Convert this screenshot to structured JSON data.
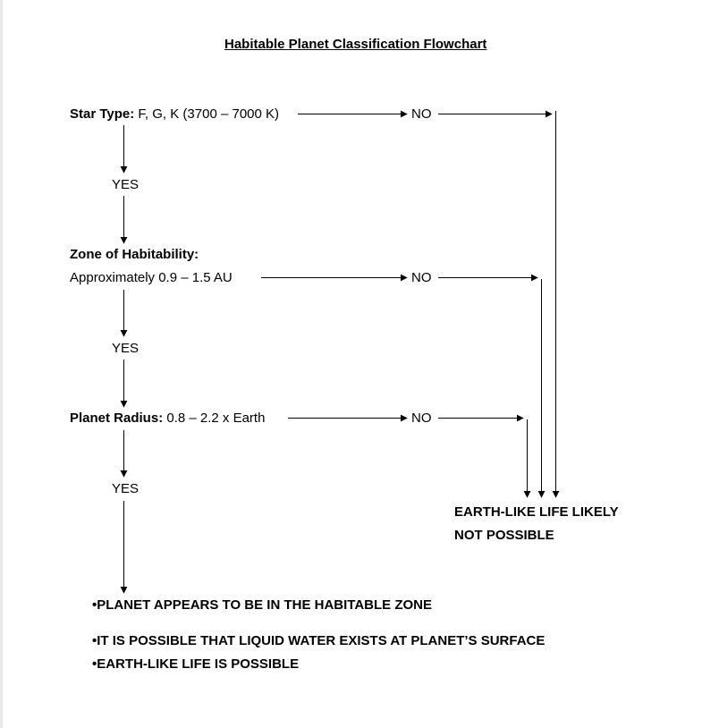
{
  "title": "Habitable Planet Classification Flowchart",
  "steps": [
    {
      "label": "Star Type:",
      "criterion": "F, G, K (3700 – 7000 K)"
    },
    {
      "label": "Zone of Habitability:",
      "criterion": "Approximately 0.9 – 1.5 AU"
    },
    {
      "label": "Planet Radius:",
      "criterion": "0.8 – 2.2 x Earth"
    }
  ],
  "branches": {
    "yes": "YES",
    "no": "NO"
  },
  "negative_outcome": {
    "line1": "EARTH-LIKE LIFE LIKELY",
    "line2": "NOT POSSIBLE"
  },
  "positive_outcome": [
    "•PLANET APPEARS TO BE IN THE HABITABLE ZONE",
    "•IT IS POSSIBLE THAT LIQUID WATER EXISTS AT PLANET’S SURFACE",
    "•EARTH-LIKE LIFE IS POSSIBLE"
  ],
  "colors": {
    "text": "#000000",
    "lines": "#000000",
    "page_edge": "#e9e9e9"
  }
}
